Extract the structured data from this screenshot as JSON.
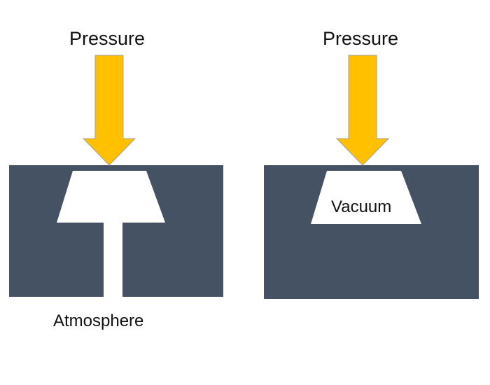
{
  "colors": {
    "block": "#445264",
    "arrow": "#ffc000",
    "arrow_edge": "#a0a0a0",
    "cavity": "#ffffff",
    "text": "#111111"
  },
  "left_panel": {
    "pressure_label": "Pressure",
    "bottom_label": "Atmosphere"
  },
  "right_panel": {
    "pressure_label": "Pressure",
    "cavity_label": "Vacuum"
  }
}
